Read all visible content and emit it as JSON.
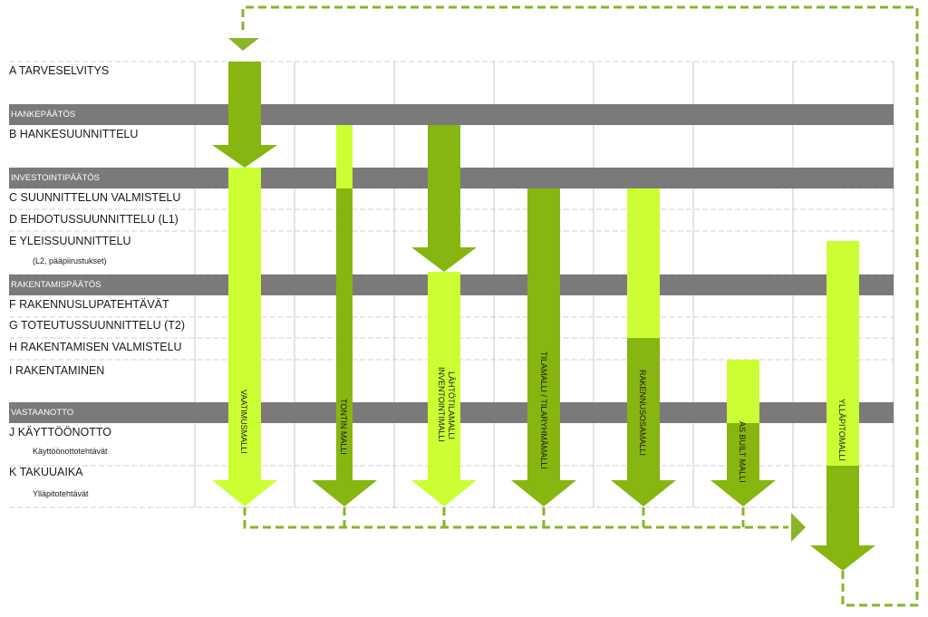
{
  "phases": [
    {
      "label": "A TARVESELVITYS"
    },
    {
      "label": "B HANKESUUNNITTELU"
    },
    {
      "label": "C SUUNNITTELUN VALMISTELU"
    },
    {
      "label": "D EHDOTUSSUUNNITTELU (L1)"
    },
    {
      "label": "E YLEISSUUNNITTELU",
      "sub": "(L2, pääpiirustukset)"
    },
    {
      "label": "F RAKENNUSLUPATEHTÄVÄT"
    },
    {
      "label": "G TOTEUTUSSUUNNITTELU (T2)"
    },
    {
      "label": "H RAKENTAMISEN VALMISTELU"
    },
    {
      "label": "I RAKENTAMINEN"
    },
    {
      "label": "J KÄYTTÖÖNOTTO",
      "sub": "Käyttöönottotehtävät"
    },
    {
      "label": "K TAKUUAIKA",
      "sub": "Ylläpitotehtävät"
    }
  ],
  "decisions": [
    {
      "label": "HANKEPÄÄTÖS"
    },
    {
      "label": "INVESTOINTIPÄÄTÖS"
    },
    {
      "label": "RAKENTAMISPÄÄTÖS"
    },
    {
      "label": "VASTAANOTTO"
    }
  ],
  "models": [
    {
      "label": "VAATIMUSMALLI"
    },
    {
      "label": "TONTIN MALLI"
    },
    {
      "label": "INVENTOINTIMALLI",
      "label2": "LÄHTÖTILAMALLI"
    },
    {
      "label": "TILAMALLI / TILARYHMÄMALLI"
    },
    {
      "label": "RAKENNUSOSAMALLI"
    },
    {
      "label": "AS BUILT MALLI"
    },
    {
      "label": "YLLÄPITOMALLI"
    }
  ],
  "colors": {
    "light_green": "#ccff33",
    "dark_green": "#86b60f",
    "band_gray": "#7a7a7a",
    "grid_gray": "#c8c8c8",
    "dashed_green": "#8ab42a"
  },
  "icons": [
    "flow-arrow",
    "feedback-loop-dashed-arrow"
  ]
}
